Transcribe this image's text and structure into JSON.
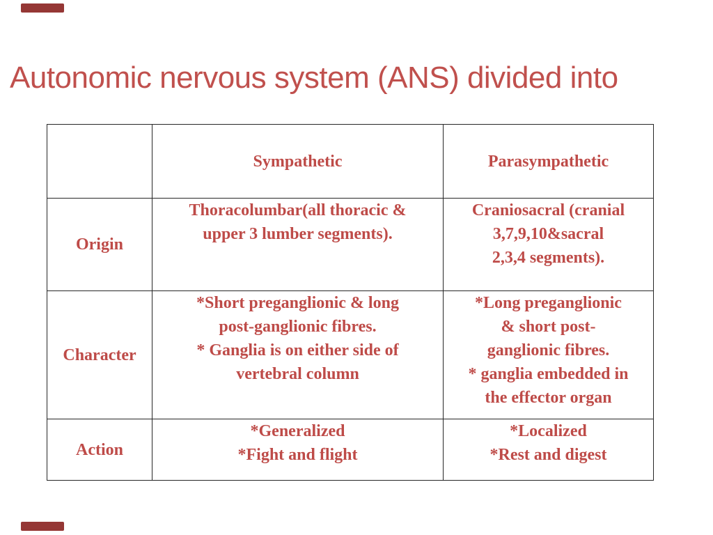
{
  "slide": {
    "title": "Autonomic nervous system (ANS) divided into"
  },
  "colors": {
    "title_text": "#C0504D",
    "table_text": "#BE4B48",
    "corner_accent": "#953735",
    "table_border": "#262626",
    "background": "#FFFFFF"
  },
  "table": {
    "header": {
      "blank": "",
      "sympathetic": "Sympathetic",
      "parasympathetic": "Parasympathetic"
    },
    "rows": [
      {
        "label": "Origin",
        "sympathetic": "Thoracolumbar(all thoracic &\nupper 3 lumber segments).",
        "parasympathetic": "Craniosacral (cranial\n3,7,9,10&sacral\n2,3,4 segments)."
      },
      {
        "label": "Character",
        "sympathetic": "*Short preganglionic & long\npost-ganglionic  fibres.\n* Ganglia is on either side of\nvertebral column",
        "parasympathetic": "*Long preganglionic\n& short post-\nganglionic fibres.\n* ganglia embedded in\nthe effector organ"
      },
      {
        "label": "Action",
        "sympathetic": "*Generalized\n*Fight and flight",
        "parasympathetic": "*Localized\n*Rest and digest"
      }
    ]
  }
}
